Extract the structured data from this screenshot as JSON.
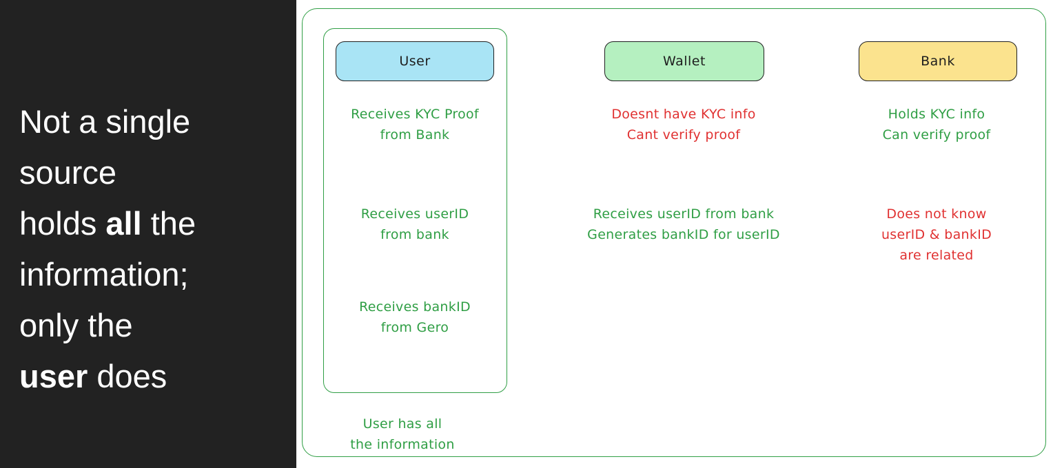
{
  "left_panel": {
    "background": "#222222",
    "lines": {
      "l1": "Not a single",
      "l2": "source",
      "l3a": "holds ",
      "l3b": "all",
      "l3c": " the",
      "l4": "information;",
      "l5": "only the",
      "l6a": "user",
      "l6b": " does"
    }
  },
  "diagram": {
    "colors": {
      "outline_green": "#2f9e44",
      "text_green": "#2f9e44",
      "text_red": "#e03131",
      "user_header_fill": "#a9e4f5",
      "wallet_header_fill": "#b5f0c0",
      "bank_header_fill": "#fbe38e",
      "header_border": "#1e1e1e"
    },
    "columns": {
      "user": {
        "header": "User",
        "items": [
          {
            "text": "Receives KYC Proof\nfrom Bank",
            "tone": "green"
          },
          {
            "text": "Receives userID\nfrom bank",
            "tone": "green"
          },
          {
            "text": "Receives bankID\nfrom Gero",
            "tone": "green"
          }
        ],
        "footer": {
          "text": "User has all\nthe information",
          "tone": "green"
        }
      },
      "wallet": {
        "header": "Wallet",
        "items": [
          {
            "text": "Doesnt have KYC info\nCant verify proof",
            "tone": "red"
          },
          {
            "text": "Receives userID from bank\nGenerates bankID for userID",
            "tone": "green"
          }
        ]
      },
      "bank": {
        "header": "Bank",
        "items": [
          {
            "text": "Holds KYC info\nCan verify proof",
            "tone": "green"
          },
          {
            "text": "Does not know\nuserID & bankID\nare related",
            "tone": "red"
          }
        ]
      }
    }
  }
}
